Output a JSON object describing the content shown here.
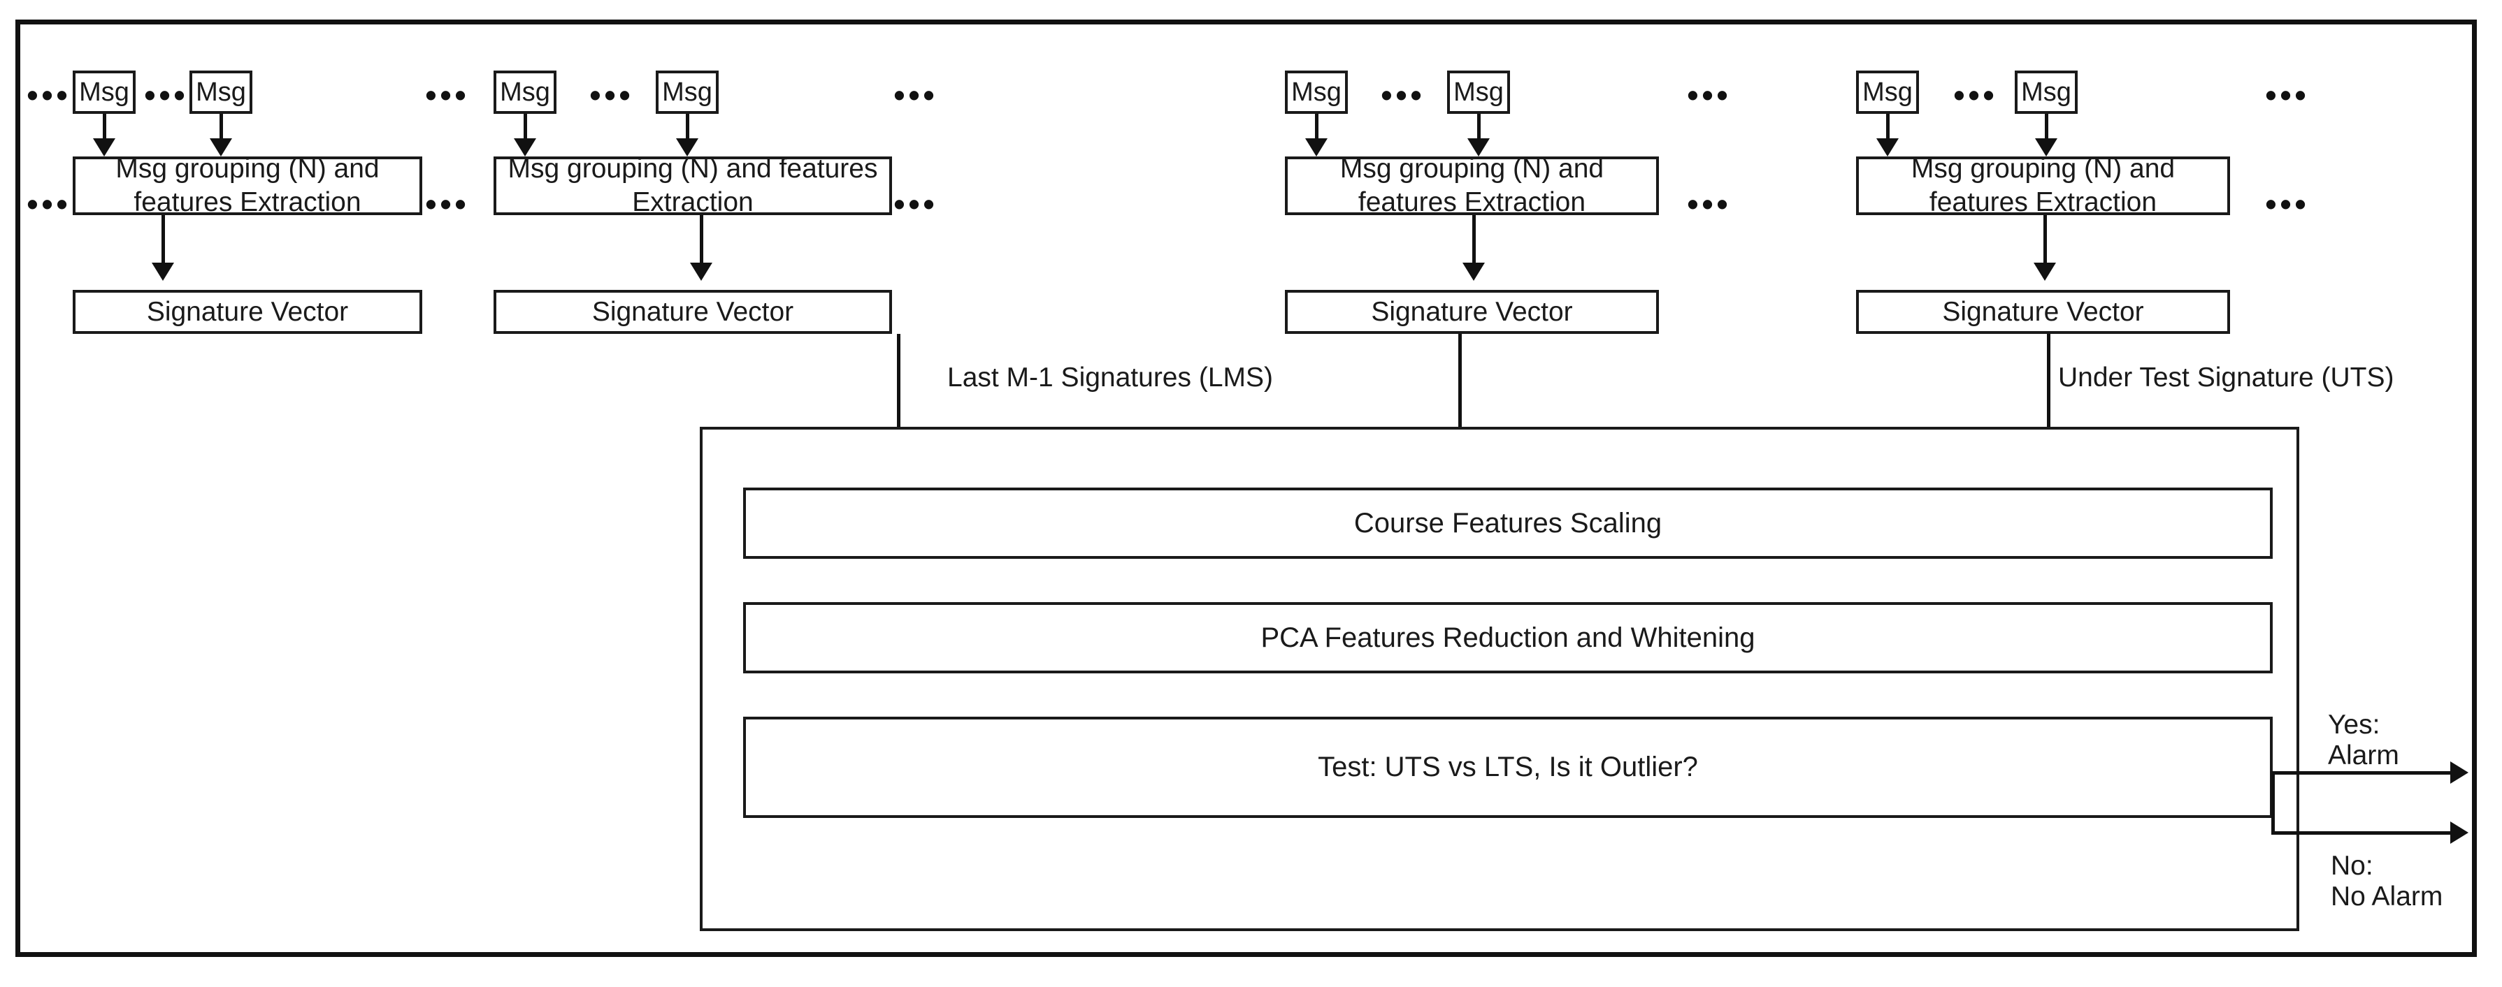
{
  "diagram": {
    "title": "Message signature anomaly detection pipeline",
    "colors": {
      "stroke": "#1a1a1a",
      "frame": "#111111",
      "background": "#ffffff"
    },
    "ellipsis_glyph": "•••",
    "columns": [
      {
        "id": "col1",
        "msg_left_label": "Msg",
        "msg_right_label": "Msg",
        "group_label": "Msg grouping (N) and features Extraction",
        "group_label_line1": "Msg grouping (N) and",
        "group_label_line2": "features Extraction",
        "signature_label": "Signature Vector"
      },
      {
        "id": "col2",
        "msg_left_label": "Msg",
        "msg_right_label": "Msg",
        "group_label": "Msg grouping (N) and features Extraction",
        "group_label_line1": "Msg grouping (N) and",
        "group_label_line2": "features Extraction",
        "signature_label": "Signature Vector"
      },
      {
        "id": "col3",
        "msg_left_label": "Msg",
        "msg_right_label": "Msg",
        "group_label": "Msg grouping (N) and features Extraction",
        "group_label_line1": "Msg grouping (N) and",
        "group_label_line2": "features Extraction",
        "signature_label": "Signature Vector"
      },
      {
        "id": "col4",
        "msg_left_label": "Msg",
        "msg_right_label": "Msg",
        "group_label": "Msg grouping (N) and features Extraction",
        "group_label_line1": "Msg grouping (N) and",
        "group_label_line2": "features Extraction",
        "signature_label": "Signature Vector"
      }
    ],
    "flow_labels": {
      "lms": "Last M-1 Signatures (LMS)",
      "uts": "Under Test Signature (UTS)"
    },
    "processing_stages": [
      {
        "id": "scaling",
        "label": "Course Features Scaling"
      },
      {
        "id": "pca",
        "label": "PCA Features Reduction and Whitening"
      },
      {
        "id": "test",
        "label": "Test: UTS vs LTS, Is it Outlier?"
      }
    ],
    "outputs": {
      "yes_line1": "Yes:",
      "yes_line2": "Alarm",
      "no_line1": "No:",
      "no_line2": "No Alarm"
    }
  }
}
